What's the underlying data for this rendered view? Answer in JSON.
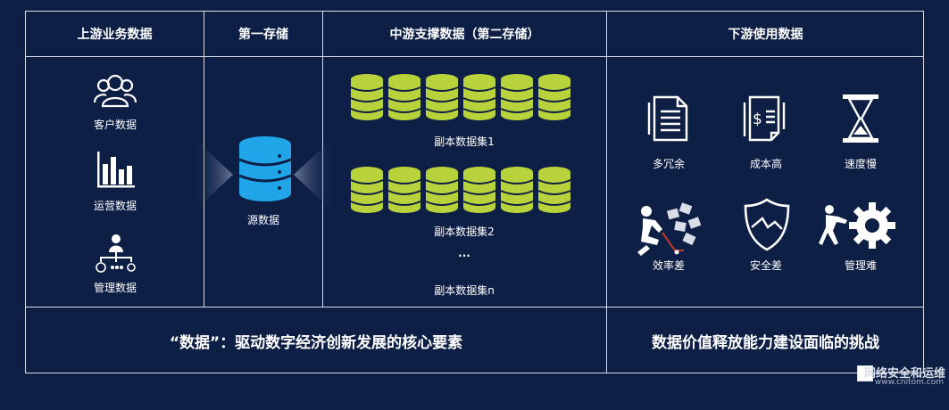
{
  "headers": {
    "upstream": "上游业务数据",
    "first_storage": "第一存储",
    "midstream": "中游支撑数据（第二存储）",
    "downstream": "下游使用数据"
  },
  "upstream": {
    "customer": "客户数据",
    "operations": "运营数据",
    "management": "管理数据"
  },
  "source": {
    "label": "源数据"
  },
  "midstream": {
    "set1": "副本数据集1",
    "set2": "副本数据集2",
    "ellipsis": "...",
    "setn": "副本数据集n"
  },
  "downstream": {
    "redundant": "多冗余",
    "cost": "成本高",
    "speed": "速度慢",
    "efficiency": "效率差",
    "security": "安全差",
    "management": "管理难"
  },
  "footer": {
    "left": "“数据”：驱动数字经济创新发展的核心要素",
    "right": "数据价值释放能力建设面临的挑战"
  },
  "watermark": {
    "name": "网络安全和运维",
    "url": "www.cnitom.com"
  },
  "colors": {
    "background": "#0e1f45",
    "lines": "#d9dee8",
    "db_green": "#b7d23a",
    "db_blue": "#1fa5e8"
  },
  "icons": [
    "users-icon",
    "bar-chart-icon",
    "org-chart-icon",
    "database-icon",
    "document-icon",
    "invoice-icon",
    "hourglass-icon",
    "falling-person-icon",
    "broken-shield-icon",
    "pushing-gear-icon"
  ]
}
